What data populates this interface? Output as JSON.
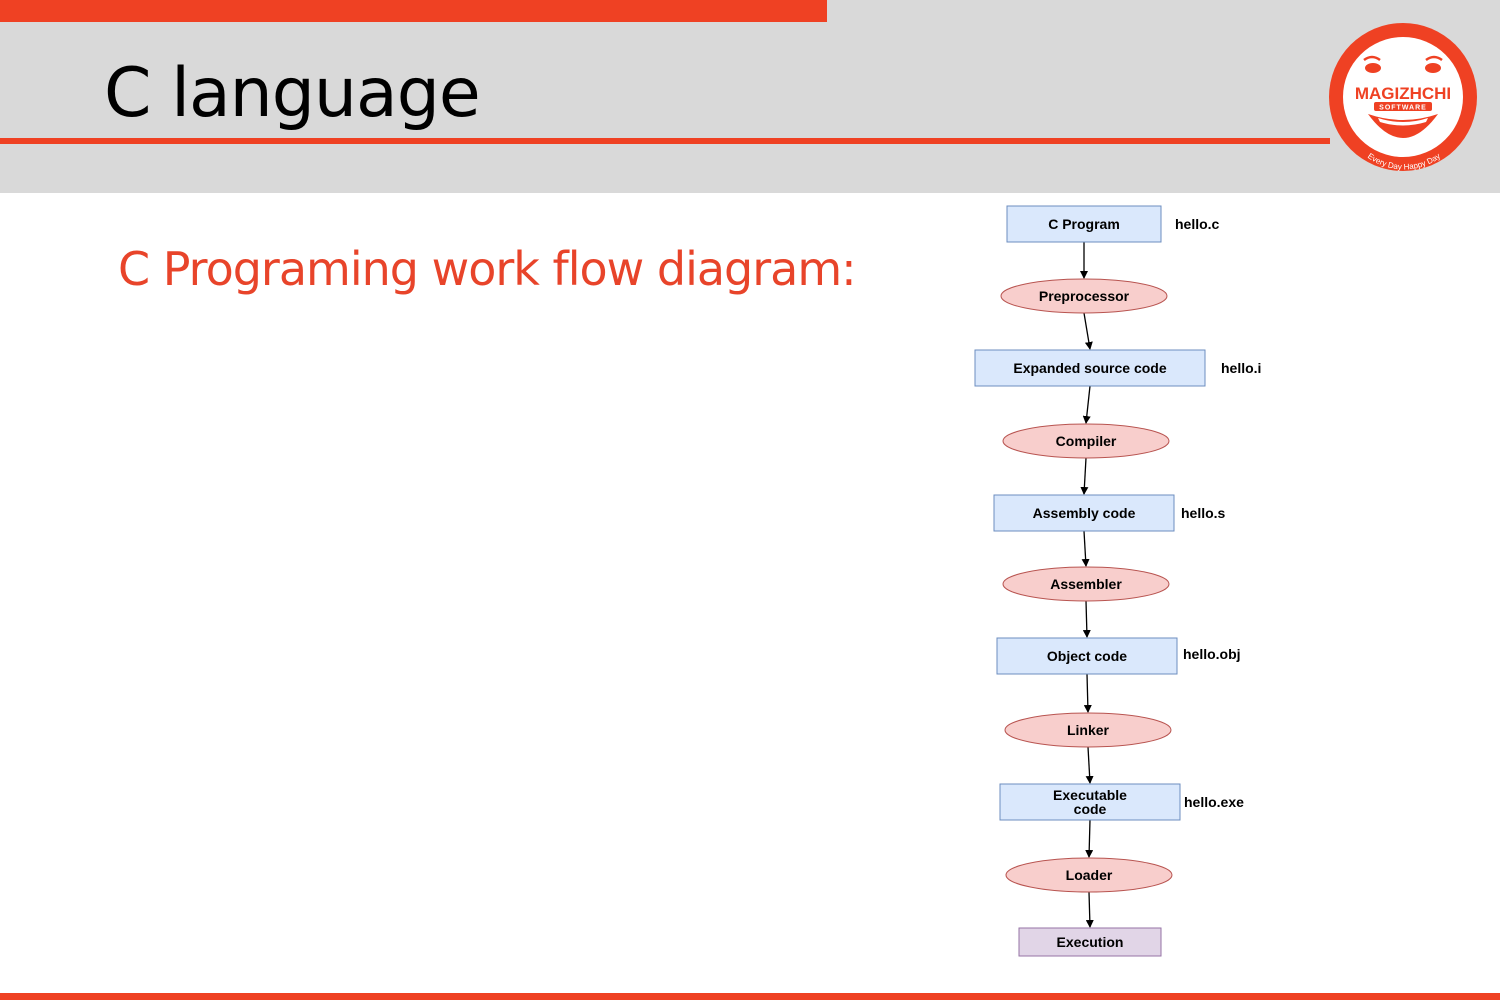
{
  "slide": {
    "title": "C language",
    "subtitle": "C Programing work flow diagram:"
  },
  "logo": {
    "brand": "MAGIZHCHI",
    "sub": "SOFTWARE",
    "tagline": "Every Day Happy Day"
  },
  "colors": {
    "accent": "#ef4123",
    "header_bg": "#d9d9d9",
    "subtitle": "#e8442a",
    "box_fill": "#dae8fc",
    "box_stroke": "#6c8ebf",
    "ellipse_fill": "#f8cecc",
    "ellipse_stroke": "#b85450",
    "final_fill": "#e1d5e7",
    "final_stroke": "#9673a6"
  },
  "flow": {
    "nodes": [
      {
        "id": "c-program",
        "shape": "box",
        "label": "C Program",
        "file": "hello.c"
      },
      {
        "id": "preprocessor",
        "shape": "ellipse",
        "label": "Preprocessor"
      },
      {
        "id": "expanded-source-code",
        "shape": "box",
        "label": "Expanded source code",
        "file": "hello.i"
      },
      {
        "id": "compiler",
        "shape": "ellipse",
        "label": "Compiler"
      },
      {
        "id": "assembly-code",
        "shape": "box",
        "label": "Assembly code",
        "file": "hello.s"
      },
      {
        "id": "assembler",
        "shape": "ellipse",
        "label": "Assembler"
      },
      {
        "id": "object-code",
        "shape": "box",
        "label": "Object code",
        "file": "hello.obj"
      },
      {
        "id": "linker",
        "shape": "ellipse",
        "label": "Linker"
      },
      {
        "id": "executable-code",
        "shape": "box",
        "label": "Executable code",
        "file": "hello.exe"
      },
      {
        "id": "loader",
        "shape": "ellipse",
        "label": "Loader"
      },
      {
        "id": "execution",
        "shape": "final",
        "label": "Execution"
      }
    ],
    "edges": [
      [
        "c-program",
        "preprocessor"
      ],
      [
        "preprocessor",
        "expanded-source-code"
      ],
      [
        "expanded-source-code",
        "compiler"
      ],
      [
        "compiler",
        "assembly-code"
      ],
      [
        "assembly-code",
        "assembler"
      ],
      [
        "assembler",
        "object-code"
      ],
      [
        "object-code",
        "linker"
      ],
      [
        "linker",
        "executable-code"
      ],
      [
        "executable-code",
        "loader"
      ],
      [
        "loader",
        "execution"
      ]
    ]
  }
}
